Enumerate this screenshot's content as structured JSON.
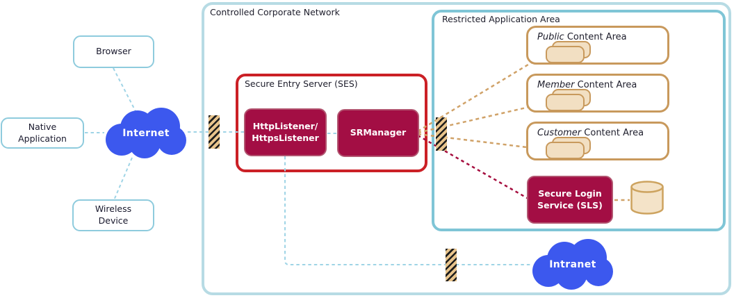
{
  "colors": {
    "corporate_border": "#b7dbe4",
    "restricted_border": "#7fc5d6",
    "ses_border": "#cb2026",
    "crimson_fill": "#a30e44",
    "tan_border": "#c8995c",
    "tan_fill": "#f2dfc2",
    "cloud_blue": "#3c58ee",
    "dash_blue": "#9fd4e6",
    "dash_tan": "#d0a268",
    "dash_crimson": "#a50d3e",
    "client_border": "#8ecbdd"
  },
  "clients": {
    "browser": {
      "label": "Browser"
    },
    "native_application": {
      "line1": "Native",
      "line2": "Application"
    },
    "wireless_device": {
      "line1": "Wireless",
      "line2": "Device"
    }
  },
  "clouds": {
    "internet": {
      "label": "Internet"
    },
    "intranet": {
      "label": "Intranet"
    }
  },
  "corporate_network": {
    "title": "Controlled Corporate Network"
  },
  "ses": {
    "title": "Secure Entry Server (SES)",
    "listener": {
      "line1": "HttpListener/",
      "line2": "HttpsListener"
    },
    "manager": {
      "label": "SRManager"
    }
  },
  "restricted_area": {
    "title": "Restricted Application Area",
    "content_areas": [
      {
        "em": "Public",
        "rest": " Content Area"
      },
      {
        "em": "Member",
        "rest": " Content Area"
      },
      {
        "em": "Customer",
        "rest": " Content Area"
      }
    ],
    "sls": {
      "line1": "Secure Login",
      "line2": "Service (SLS)"
    }
  }
}
